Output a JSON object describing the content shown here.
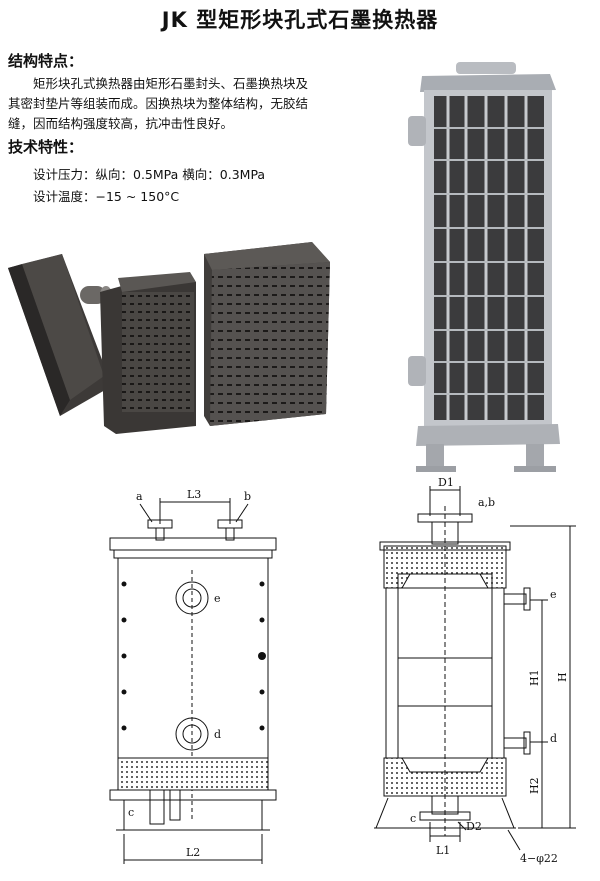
{
  "title": "JK 型矩形块孔式石墨换热器",
  "structure": {
    "heading": "结构特点：",
    "line1": "矩形块孔式换热器由矩形石墨封头、石墨换热块及",
    "line2": "其密封垫片等组装而成。因换热块为整体结构，无胶结",
    "line3": "缝，因而结构强度较高，抗冲击性良好。"
  },
  "technical": {
    "heading": "技术特性：",
    "pressure": "设计压力：纵向：0.5MPa   横向：0.3MPa",
    "temperature": "设计温度：−15 ~ 150°C"
  },
  "drawing_front": {
    "L3": "L3",
    "a": "a",
    "b": "b",
    "e": "e",
    "d": "d",
    "c": "c",
    "L2": "L2"
  },
  "drawing_side": {
    "D1": "D1",
    "ab": "a,b",
    "e": "e",
    "d": "d",
    "H1": "H1",
    "H": "H",
    "H2": "H2",
    "c": "c",
    "D2": "D2",
    "L1": "L1",
    "bolts": "4−φ22"
  }
}
